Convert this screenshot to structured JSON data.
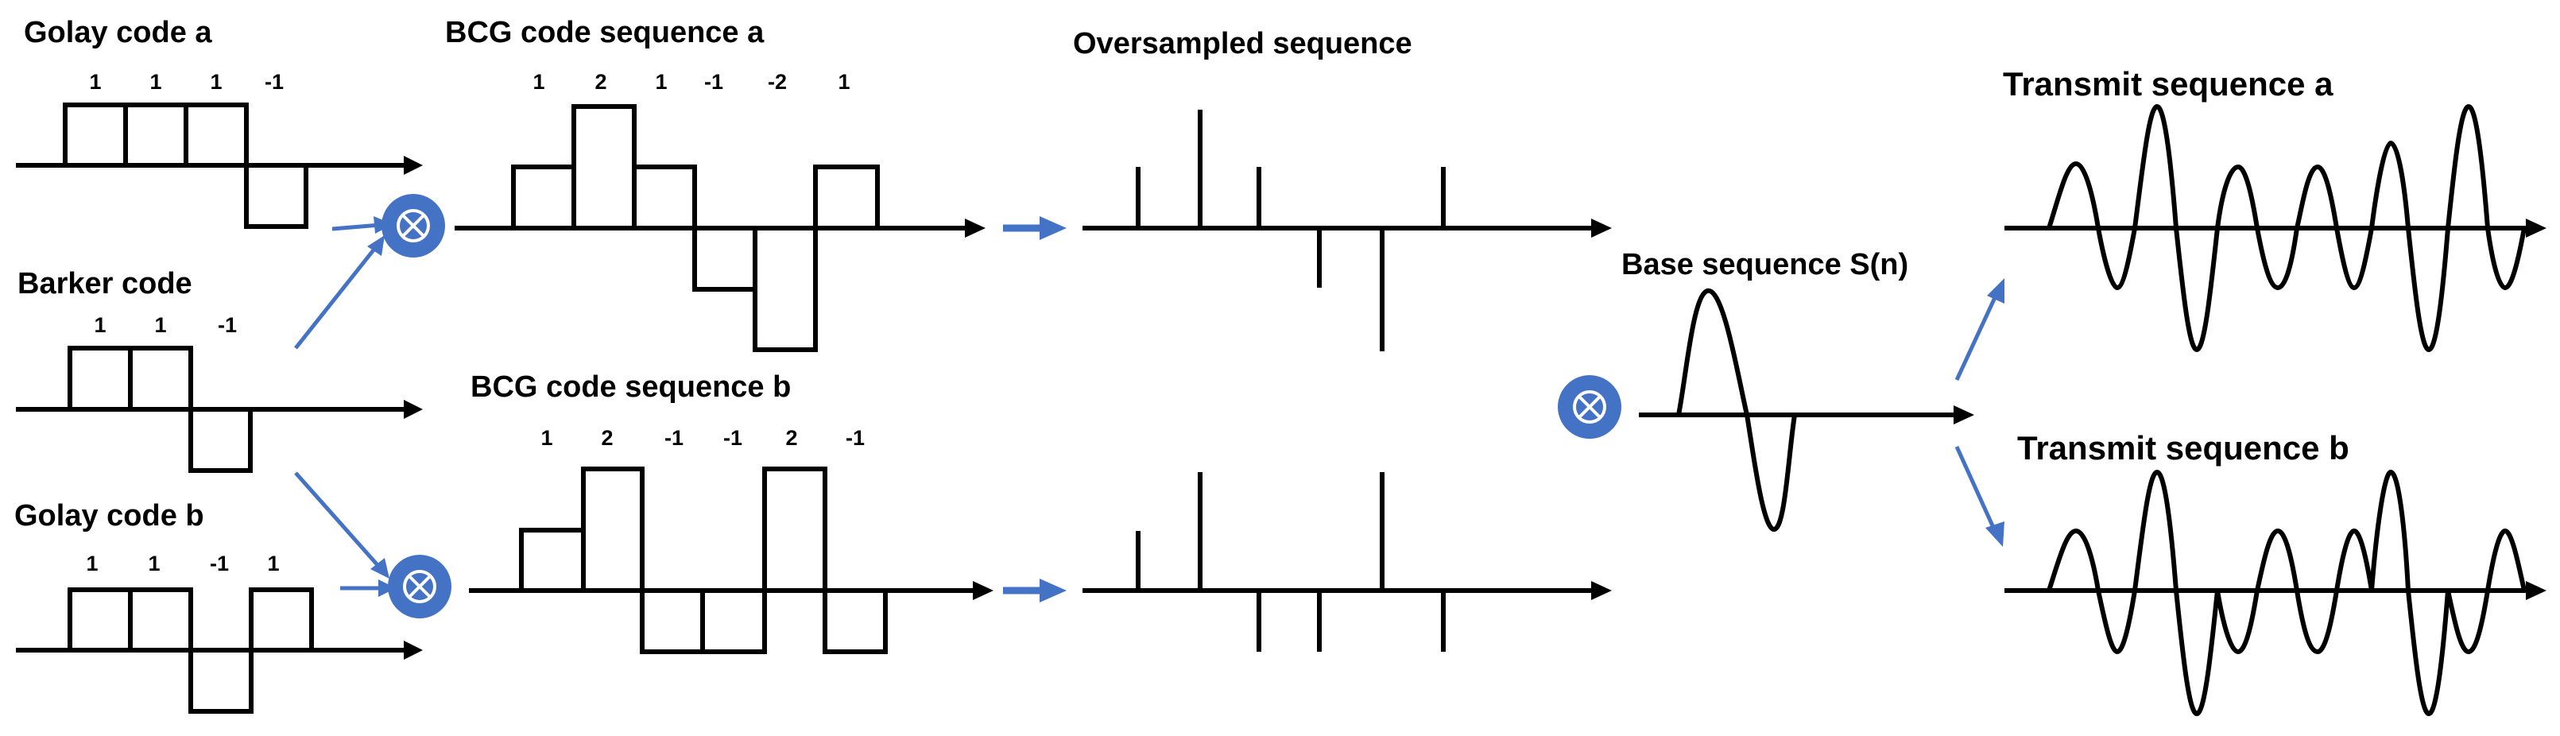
{
  "golay_a": {
    "title": "Golay code a",
    "values": [
      "1",
      "1",
      "1",
      "-1"
    ]
  },
  "barker": {
    "title": "Barker code",
    "values": [
      "1",
      "1",
      "-1"
    ]
  },
  "golay_b": {
    "title": "Golay code b",
    "values": [
      "1",
      "1",
      "-1",
      "1"
    ]
  },
  "bcg_a": {
    "title": "BCG code sequence a",
    "values": [
      "1",
      "2",
      "1",
      "-1",
      "-2",
      "1"
    ]
  },
  "bcg_b": {
    "title": "BCG code sequence b",
    "values": [
      "1",
      "2",
      "-1",
      "-1",
      "2",
      "-1"
    ]
  },
  "oversampled": {
    "title": "Oversampled sequence"
  },
  "base": {
    "title": "Base sequence S(n)"
  },
  "transmit_a": {
    "title": "Transmit sequence a"
  },
  "transmit_b": {
    "title": "Transmit sequence b"
  },
  "multiply_symbol": "⊗",
  "colors": {
    "accent": "#4472C4",
    "line": "#000000"
  }
}
